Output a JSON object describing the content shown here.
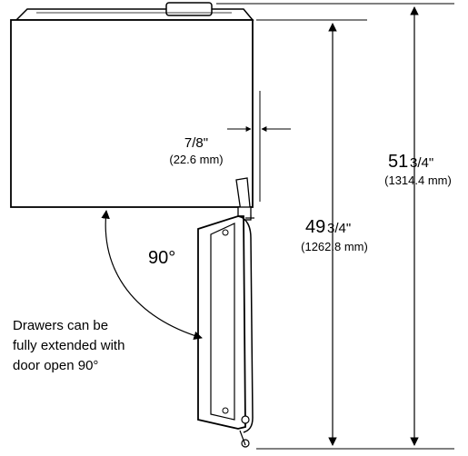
{
  "dimensions": {
    "offset": {
      "whole": "",
      "fraction": "7/8\"",
      "metric": "(22.6 mm)"
    },
    "inner_height": {
      "whole": "49",
      "fraction": "3/4\"",
      "metric": "(1262.8 mm)"
    },
    "total_height": {
      "whole": "51",
      "fraction": "3/4\"",
      "metric": "(1314.4 mm)"
    }
  },
  "angle_label": "90°",
  "note": {
    "lines": [
      "Drawers can be",
      "fully extended with",
      "door open 90°"
    ]
  }
}
